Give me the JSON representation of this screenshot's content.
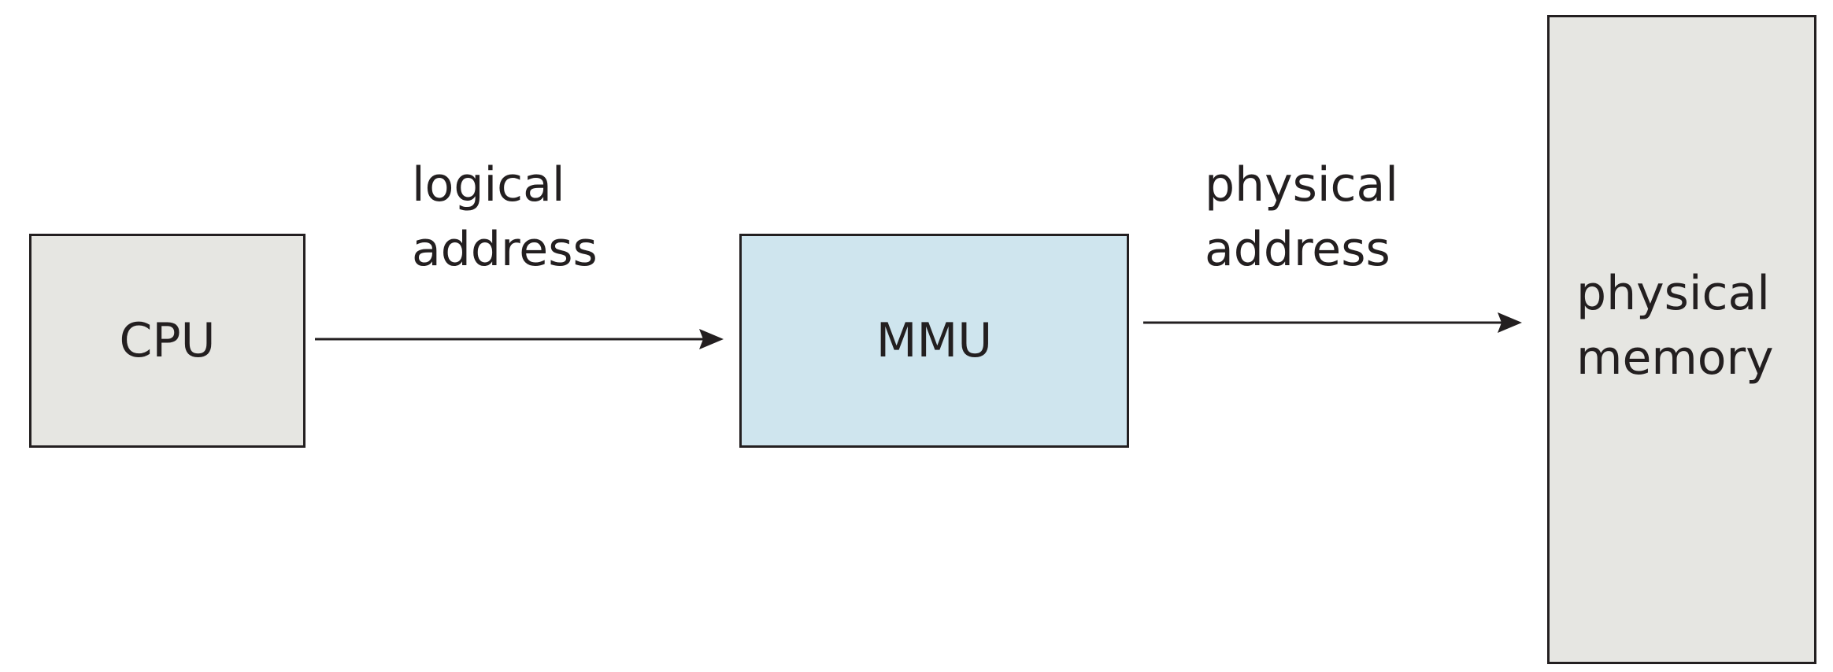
{
  "diagram": {
    "nodes": [
      {
        "id": "cpu",
        "label": "CPU",
        "fill": "#e6e6e2"
      },
      {
        "id": "mmu",
        "label": "MMU",
        "fill": "#cfe5ee"
      },
      {
        "id": "memory",
        "label_lines": [
          "physical",
          "memory"
        ],
        "fill": "#e6e6e2"
      }
    ],
    "edges": [
      {
        "from": "cpu",
        "to": "mmu",
        "label_lines": [
          "logical",
          "address"
        ]
      },
      {
        "from": "mmu",
        "to": "memory",
        "label_lines": [
          "physical",
          "address"
        ]
      }
    ],
    "colors": {
      "stroke": "#231f20",
      "text": "#231f20"
    }
  }
}
